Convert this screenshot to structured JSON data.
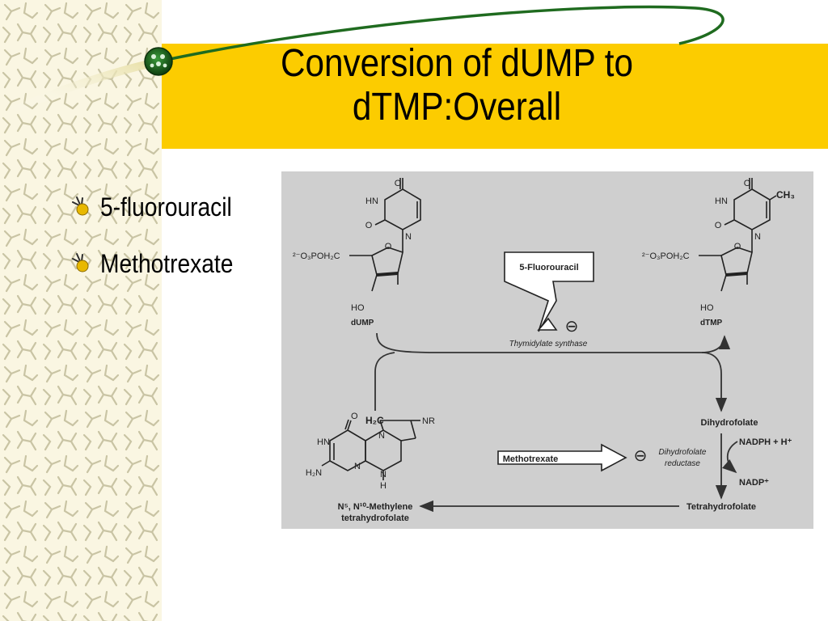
{
  "slide": {
    "title_lines": [
      "Conversion of dUMP to",
      "dTMP:Overall"
    ],
    "colors": {
      "title_band": "#fccc00",
      "swoosh": "#1f6b1f",
      "diagram_bg": "#cfcfcf",
      "pattern": "#c9c4a4"
    }
  },
  "bullets": [
    {
      "label": "5-fluorouracil",
      "icon": "bullet-icon"
    },
    {
      "label": "Methotrexate",
      "icon": "bullet-icon"
    }
  ],
  "diagram": {
    "dump": {
      "name": "dUMP",
      "phosphate": "²⁻O₃POH₂C",
      "ho": "HO",
      "o_ring": "O",
      "o_top": "O",
      "o_c2": "O",
      "hn": "HN",
      "n1": "N"
    },
    "dtmp": {
      "name": "dTMP",
      "phosphate": "²⁻O₃POH₂C",
      "ho": "HO",
      "o_ring": "O",
      "o_top": "O",
      "o_c2": "O",
      "hn": "HN",
      "n1": "N",
      "methyl": "CH₃"
    },
    "inhibitor_1": "5-Fluorouracil",
    "inhibitor_2": "Methotrexate",
    "inhibit_symbol": "⊖",
    "enzyme_1": "Thymidylate synthase",
    "enzyme_2_line1": "Dihydrofolate",
    "enzyme_2_line2": "reductase",
    "dihydrofolate": "Dihydrofolate",
    "nadph": "NADPH + H⁺",
    "nadp": "NADP⁺",
    "tetrahydrofolate": "Tetrahydrofolate",
    "methylene_line1": "N⁵, N¹⁰-Methylene",
    "methylene_line2": "tetrahydrofolate",
    "folate_h2c": "H₂C",
    "folate_nr": "NR",
    "folate_hn": "HN",
    "folate_o": "O",
    "folate_n_ring": "N",
    "folate_n_low": "N",
    "folate_h2n": "H₂N",
    "folate_n_bottom": "N",
    "folate_h": "H"
  }
}
